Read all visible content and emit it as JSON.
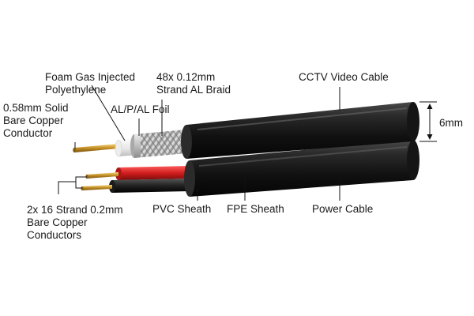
{
  "labels": {
    "foam": [
      "Foam Gas Injected",
      "Polyethylene"
    ],
    "braid": [
      "48x 0.12mm",
      "Strand AL Braid"
    ],
    "cctv": "CCTV Video Cable",
    "solid": [
      "0.58mm Solid",
      "Bare Copper",
      "Conductor"
    ],
    "foil": "AL/P/AL Foil",
    "size": "6mm",
    "stranded": [
      "2x 16 Strand 0.2mm",
      "Bare Copper",
      "Conductors"
    ],
    "pvc": "PVC Sheath",
    "fpe": "FPE Sheath",
    "power": "Power Cable"
  },
  "colors": {
    "sheath": "#1c1c1c",
    "copper": "#c9962a",
    "red": "#d21e1e",
    "braid": "#b8b8b8",
    "foam": "#f4f4f4"
  }
}
